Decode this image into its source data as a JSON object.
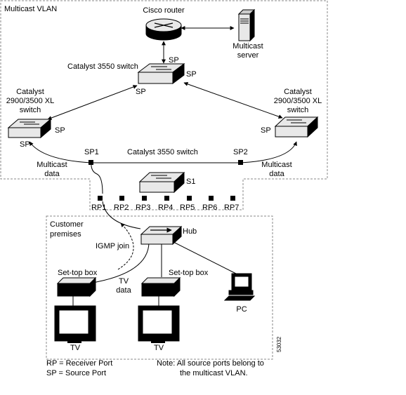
{
  "zones": {
    "multicast_vlan": "Multicast VLAN",
    "customer_premises": [
      "Customer",
      "premises"
    ]
  },
  "devices": {
    "cisco_router": "Cisco router",
    "multicast_server": [
      "Multicast",
      "server"
    ],
    "catalyst_3550_top": "Catalyst 3550 switch",
    "catalyst_xl_left": [
      "Catalyst",
      "2900/3500 XL",
      "switch"
    ],
    "catalyst_xl_right": [
      "Catalyst",
      "2900/3500 XL",
      "switch"
    ],
    "catalyst_3550_bottom": "Catalyst 3550 switch",
    "s1": "S1",
    "hub": "Hub",
    "settop_left": "Set-top box",
    "settop_center": "Set-top box",
    "pc": "PC",
    "tv_left": "TV",
    "tv_center": "TV"
  },
  "port_labels": {
    "sp": "SP",
    "sp1": "SP1",
    "sp2": "SP2",
    "receiver_ports": [
      "RP1",
      "RP2",
      "RP3",
      "RP4",
      "RP5",
      "RP6",
      "RP7"
    ]
  },
  "flow_labels": {
    "multicast_data_left": [
      "Multicast",
      "data"
    ],
    "multicast_data_right": [
      "Multicast",
      "data"
    ],
    "igmp_join": "IGMP join",
    "tv_data": [
      "TV",
      "data"
    ]
  },
  "legend": {
    "rp": "RP = Receiver Port",
    "sp": "SP = Source Port",
    "note_line1": "Note: All source ports belong to",
    "note_line2": "the multicast VLAN."
  },
  "figure_id": "53032"
}
